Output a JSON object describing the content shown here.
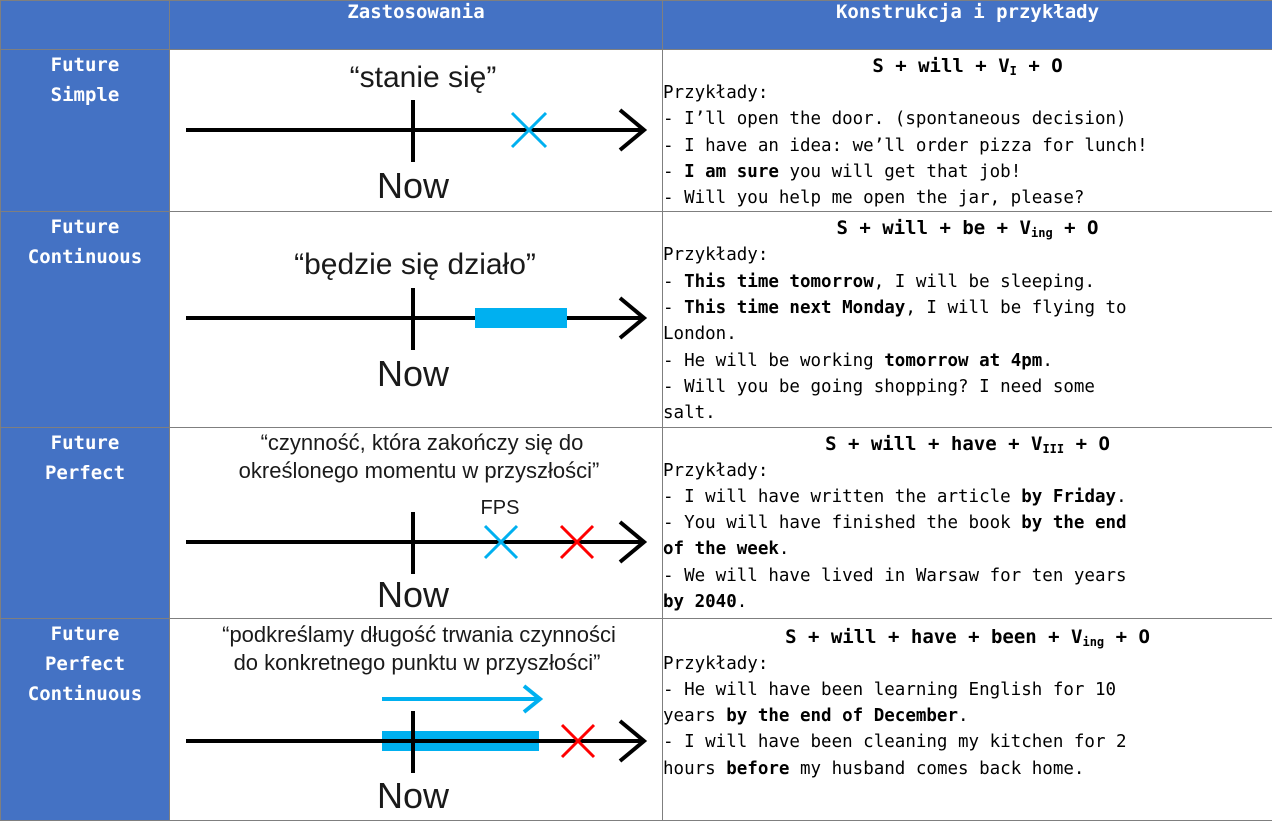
{
  "header": {
    "corner": "",
    "col_usage": "Zastosowania",
    "col_construction": "Konstrukcja i przykłady"
  },
  "colors": {
    "header_bg": "#4472c4",
    "accent_blue": "#00b0f0",
    "accent_red": "#ff0000",
    "timeline": "#000000"
  },
  "rows": [
    {
      "tense": [
        "Future",
        "Simple"
      ],
      "caption": [
        "“stanie się”"
      ],
      "now_label": "Now",
      "marker_label": "",
      "formula": {
        "base": "S + will + V",
        "sub": "I",
        "rest": " + O"
      },
      "examples_label": "Przykłady:",
      "examples": [
        [
          [
            "- I’ll open the door. (spontaneous decision)",
            false
          ]
        ],
        [
          [
            "- I have an idea: we’ll order pizza for lunch!",
            false
          ]
        ],
        [
          [
            "- ",
            false
          ],
          [
            "I am sure",
            true
          ],
          [
            " you will get that job!",
            false
          ]
        ],
        [
          [
            "- Will you help me open the jar, please?",
            false
          ]
        ]
      ]
    },
    {
      "tense": [
        "Future",
        "Continuous"
      ],
      "caption": [
        "“będzie się działo”"
      ],
      "now_label": "Now",
      "marker_label": "",
      "formula": {
        "base": "S + will + be + V",
        "sub": "ing",
        "rest": " + O"
      },
      "examples_label": "Przykłady:",
      "examples": [
        [
          [
            "- ",
            false
          ],
          [
            "This time tomorrow",
            true
          ],
          [
            ", I will be sleeping.",
            false
          ]
        ],
        [
          [
            "- ",
            false
          ],
          [
            "This time next Monday",
            true
          ],
          [
            ", I will be flying to",
            false
          ]
        ],
        [
          [
            "London.",
            false
          ]
        ],
        [
          [
            "- He will be working ",
            false
          ],
          [
            "tomorrow at 4pm",
            true
          ],
          [
            ".",
            false
          ]
        ],
        [
          [
            "- Will you be going shopping? I need some",
            false
          ]
        ],
        [
          [
            "salt.",
            false
          ]
        ]
      ]
    },
    {
      "tense": [
        "Future",
        "Perfect"
      ],
      "caption": [
        "“czynność, która zakończy się do",
        "określonego momentu w przyszłości”"
      ],
      "now_label": "Now",
      "marker_label": "FPS",
      "formula": {
        "base": "S + will + have + V",
        "sub": "III",
        "rest": " + O"
      },
      "examples_label": "Przykłady:",
      "examples": [
        [
          [
            "- I will have written the article ",
            false
          ],
          [
            "by Friday",
            true
          ],
          [
            ".",
            false
          ]
        ],
        [
          [
            "- You will have finished the book ",
            false
          ],
          [
            "by the end",
            true
          ]
        ],
        [
          [
            "of the week",
            true
          ],
          [
            ".",
            false
          ]
        ],
        [
          [
            "- We will have lived in Warsaw for ten years",
            false
          ]
        ],
        [
          [
            "by 2040",
            true
          ],
          [
            ".",
            false
          ]
        ]
      ]
    },
    {
      "tense": [
        "Future",
        "Perfect",
        "Continuous"
      ],
      "caption": [
        "“podkreślamy długość trwania czynności",
        "do konkretnego punktu w przyszłości”"
      ],
      "now_label": "Now",
      "marker_label": "",
      "formula": {
        "base": "S + will + have + been + V",
        "sub": "ing",
        "rest": " + O"
      },
      "examples_label": "Przykłady:",
      "examples": [
        [
          [
            "- He will have been learning English for 10",
            false
          ]
        ],
        [
          [
            "years ",
            false
          ],
          [
            "by the end of December",
            true
          ],
          [
            ".",
            false
          ]
        ],
        [
          [
            "- I will have been cleaning my kitchen for 2",
            false
          ]
        ],
        [
          [
            "hours ",
            false
          ],
          [
            "before",
            true
          ],
          [
            " my husband comes back home.",
            false
          ]
        ]
      ]
    }
  ]
}
